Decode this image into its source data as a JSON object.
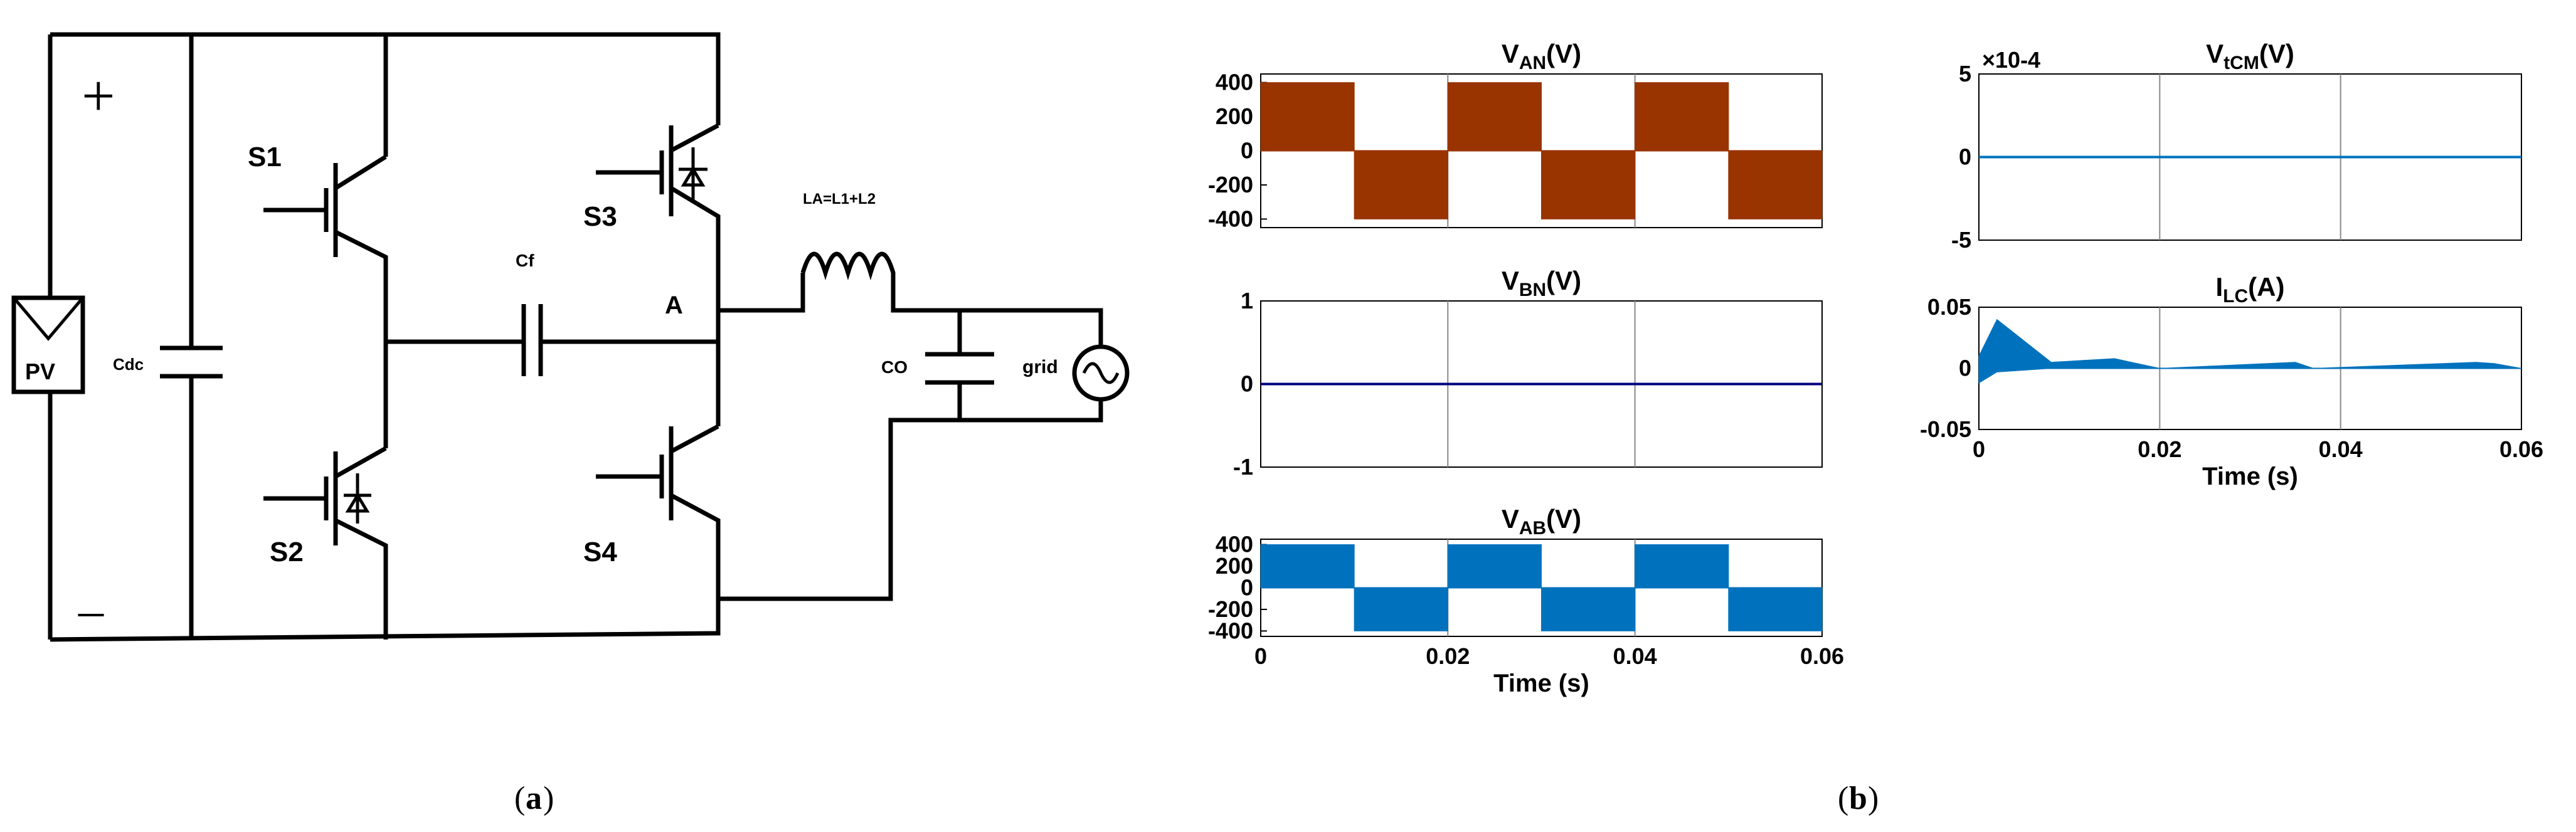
{
  "panel_labels": {
    "a": "a",
    "b": "b"
  },
  "circuit": {
    "plus": "+",
    "minus": "–",
    "pv": "PV",
    "cdc": "Cdc",
    "switches": [
      "S1",
      "S2",
      "S3",
      "S4"
    ],
    "cf": "Cf",
    "node_a": "A",
    "inductor": "LA=L1+L2",
    "co": "CO",
    "grid": "grid"
  },
  "colors": {
    "van": "#993300",
    "vab": "#0072BD",
    "vbn": "#000080",
    "vtcm": "#0072BD",
    "ilc": "#0072BD"
  },
  "chart_data": [
    {
      "id": "van",
      "type": "line",
      "title": "VAN(V)",
      "xlim": [
        0,
        0.06
      ],
      "ylim": [
        -450,
        450
      ],
      "yticks": [
        "400",
        "200",
        "0",
        "-200",
        "-400"
      ],
      "xticks": [],
      "xlabel": "",
      "series": [
        {
          "x": [
            0,
            0.01,
            0.01,
            0.02,
            0.02,
            0.03,
            0.03,
            0.04,
            0.04,
            0.05,
            0.05,
            0.06
          ],
          "y_upper": [
            400,
            400,
            0,
            0,
            400,
            400,
            0,
            0,
            400,
            400,
            0,
            0
          ],
          "y_lower": [
            0,
            0,
            -400,
            -400,
            0,
            0,
            -400,
            -400,
            0,
            0,
            -400,
            -400
          ]
        }
      ]
    },
    {
      "id": "vbn",
      "type": "line",
      "title": "VBN(V)",
      "xlim": [
        0,
        0.06
      ],
      "ylim": [
        -1,
        1
      ],
      "yticks": [
        "1",
        "0",
        "-1"
      ],
      "xticks": [],
      "xlabel": "",
      "series": [
        {
          "x": [
            0,
            0.06
          ],
          "y": [
            0,
            0
          ]
        }
      ]
    },
    {
      "id": "vab",
      "type": "area",
      "title": "VAB(V)",
      "xlim": [
        0,
        0.06
      ],
      "ylim": [
        -450,
        450
      ],
      "yticks": [
        "400",
        "200",
        "0",
        "-200",
        "-400"
      ],
      "xticks": [
        "0",
        "0.02",
        "0.04",
        "0.06"
      ],
      "xlabel": "Time (s)",
      "series": [
        {
          "x": [
            0,
            0.01,
            0.01,
            0.02,
            0.02,
            0.03,
            0.03,
            0.04,
            0.04,
            0.05,
            0.05,
            0.06
          ],
          "y_upper": [
            400,
            400,
            0,
            0,
            400,
            400,
            0,
            0,
            400,
            400,
            0,
            0
          ],
          "y_lower": [
            0,
            0,
            -400,
            -400,
            0,
            0,
            -400,
            -400,
            0,
            0,
            -400,
            -400
          ]
        }
      ]
    },
    {
      "id": "vtcm",
      "type": "line",
      "title": "VtCM(V)",
      "multiplier": "×10-4",
      "xlim": [
        0,
        0.06
      ],
      "ylim": [
        -5,
        5
      ],
      "yticks": [
        "5",
        "0",
        "-5"
      ],
      "xticks": [],
      "xlabel": "",
      "series": [
        {
          "x": [
            0,
            0.06
          ],
          "y": [
            0,
            0
          ]
        }
      ]
    },
    {
      "id": "ilc",
      "type": "area",
      "title": "ILC(A)",
      "xlim": [
        0,
        0.06
      ],
      "ylim": [
        -0.05,
        0.05
      ],
      "yticks": [
        "0.05",
        "0",
        "-0.05"
      ],
      "xticks": [
        "0",
        "0.02",
        "0.04",
        "0.06"
      ],
      "xlabel": "Time (s)",
      "series": [
        {
          "x": [
            0,
            0.002,
            0.008,
            0.015,
            0.02,
            0.035,
            0.037,
            0.055,
            0.057,
            0.06
          ],
          "y_upper": [
            0.01,
            0.04,
            0.005,
            0.008,
            0,
            0.005,
            0,
            0.005,
            0.004,
            0
          ],
          "y_lower": [
            -0.012,
            -0.003,
            0,
            0,
            0,
            0,
            0,
            0,
            0,
            0
          ]
        }
      ]
    }
  ]
}
